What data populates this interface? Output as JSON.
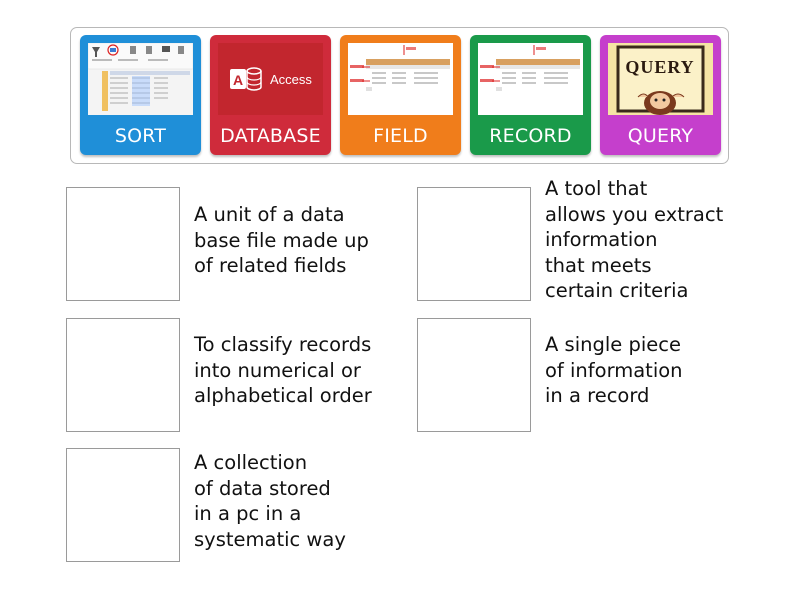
{
  "cards": [
    {
      "label": "SORT",
      "color": "#1f8fd8",
      "image": "sort-ribbon-screenshot"
    },
    {
      "label": "DATABASE",
      "color": "#cf2b3b",
      "image": "access-logo",
      "logo_text": "Access",
      "logo_letter": "A"
    },
    {
      "label": "FIELD",
      "color": "#f07d1b",
      "image": "table-field-screenshot"
    },
    {
      "label": "RECORD",
      "color": "#1a9a4a",
      "image": "table-record-screenshot"
    },
    {
      "label": "QUERY",
      "color": "#c53fcc",
      "image": "query-cartoon",
      "sign_text": "QUERY"
    }
  ],
  "definitions": [
    {
      "text": "A unit of a data\nbase file made up\nof related fields"
    },
    {
      "text": "A tool that\nallows you extract\ninformation\nthat meets\ncertain criteria"
    },
    {
      "text": "To classify records\ninto numerical or\nalphabetical order"
    },
    {
      "text": "A single piece\nof information\nin a record"
    },
    {
      "text": "A collection\nof data stored\nin a pc in a\nsystematic way"
    }
  ]
}
